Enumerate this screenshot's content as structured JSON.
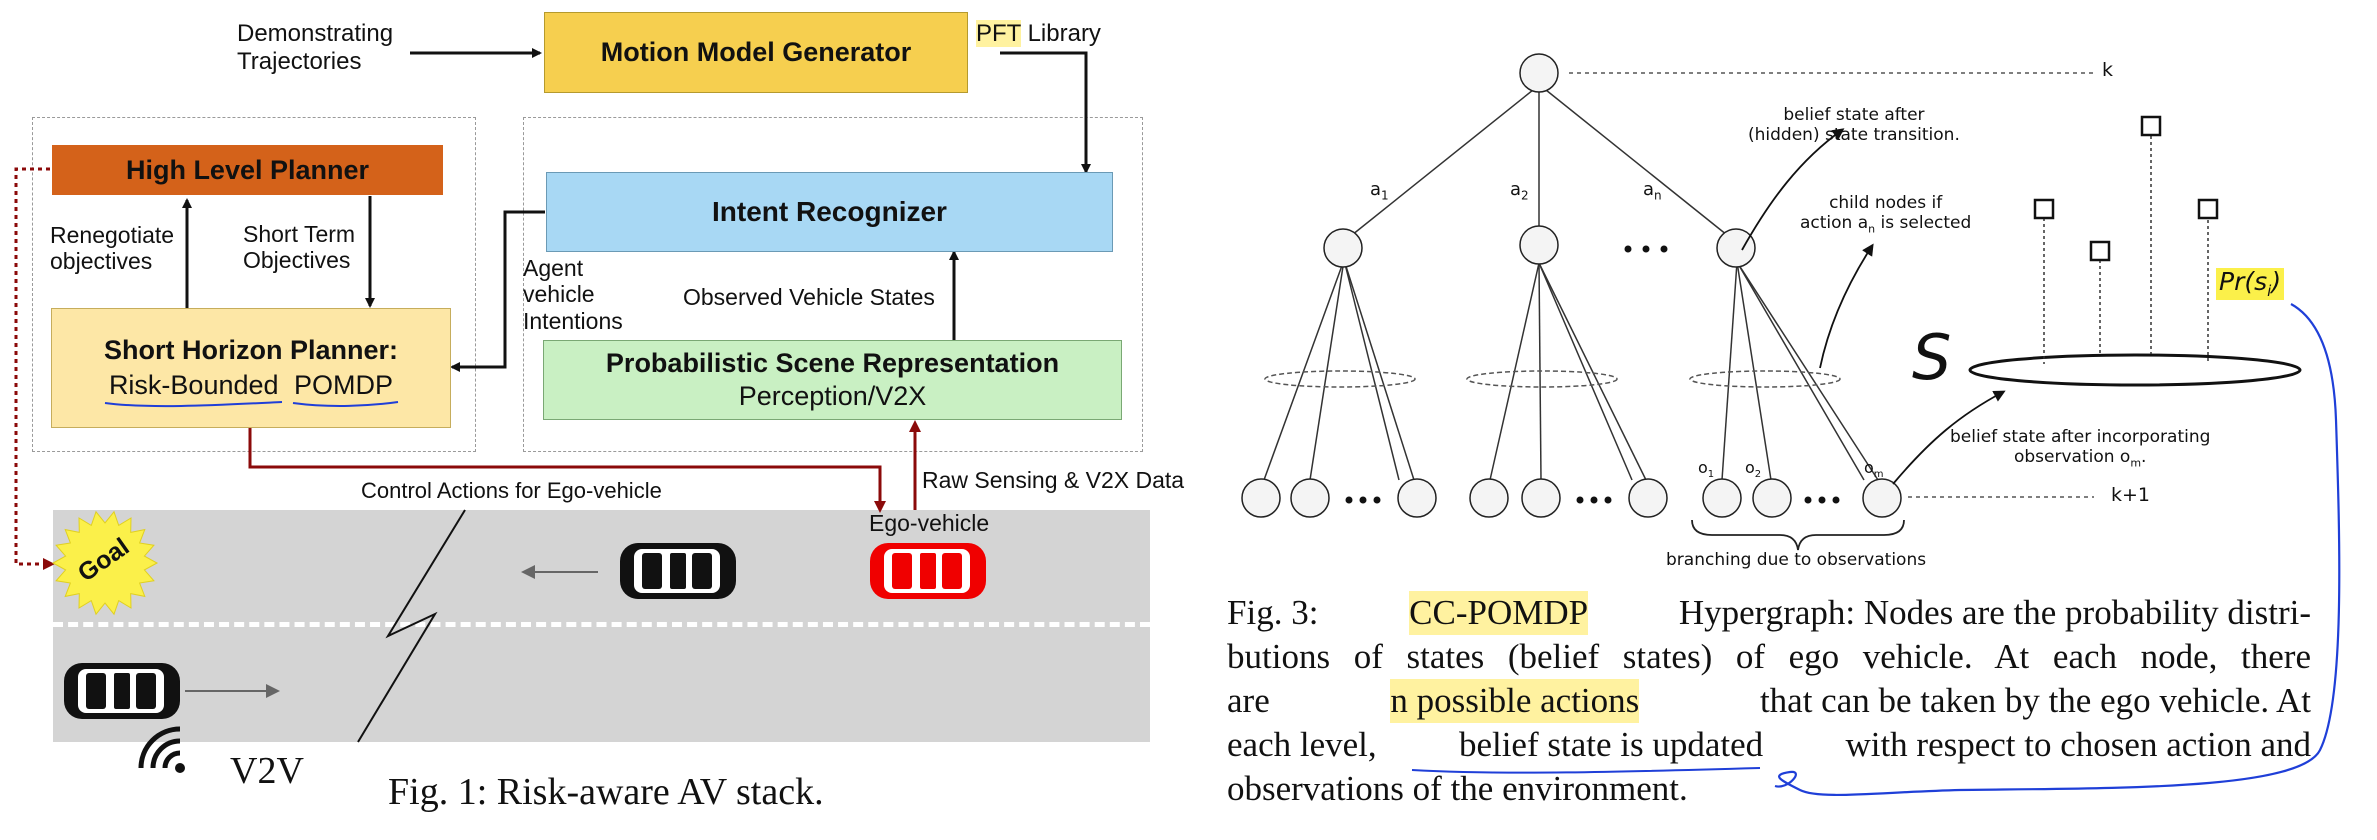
{
  "fig1": {
    "demo_line1": "Demonstrating",
    "demo_line2": "Trajectories",
    "motion_model": "Motion Model Generator",
    "pft_highlight": "PFT",
    "pft_rest": " Library",
    "high_level": "High Level Planner",
    "intent": "Intent Recognizer",
    "renegotiate_1": "Renegotiate",
    "renegotiate_2": "objectives",
    "short_term_1": "Short Term",
    "short_term_2": "Objectives",
    "agent_1": "Agent",
    "agent_2": "vehicle",
    "agent_3": "Intentions",
    "observed": "Observed Vehicle States",
    "short_horizon_title": "Short Horizon Planner:",
    "risk_bounded": "Risk-Bounded",
    "pomdp": "POMDP",
    "prob_scene_1": "Probabilistic Scene Representation",
    "prob_scene_2": "Perception/V2X",
    "control_actions": "Control Actions for Ego-vehicle",
    "raw_sensing": "Raw Sensing & V2X Data",
    "ego_vehicle": "Ego-vehicle",
    "goal": "Goal",
    "v2v": "V2V",
    "caption": "Fig. 1: Risk-aware AV stack."
  },
  "fig3": {
    "k": "k",
    "k_plus_1": "k+1",
    "a1": "a",
    "a1_sub": "1",
    "a2": "a",
    "a2_sub": "2",
    "an": "a",
    "an_sub": "n",
    "dots": "•••",
    "belief_after_1": "belief state after",
    "belief_after_2": "(hidden) state transition.",
    "child_1": "child nodes if",
    "child_2a": "action a",
    "child_2sub": "n",
    "child_2b": " is selected",
    "S": "S",
    "pr": "Pr(s",
    "pr_sub": "i",
    "pr_end": ")",
    "belief_obs_1": "belief state after incorporating",
    "belief_obs_2a": "observation o",
    "belief_obs_2sub": "m",
    "belief_obs_2b": ".",
    "o1": "o",
    "o1_sub": "1",
    "o2": "o",
    "o2_sub": "2",
    "om": "o",
    "om_sub": "m",
    "branching": "branching due to observations"
  },
  "caption3": {
    "l1_fig": "Fig. 3:",
    "l1_hl": "CC-POMDP",
    "l1_rest": "Hypergraph: Nodes are the probability distri-",
    "l2": "butions of states (belief states) of ego vehicle. At each node, there",
    "l3_a": "are",
    "l3_hl": "n possible actions",
    "l3_b": "that can be taken by the ego vehicle. At",
    "l4_a": "each level,",
    "l4_u": "belief state is updated",
    "l4_b": "with respect to chosen action and",
    "l5": "observations of the environment."
  },
  "colors": {
    "motion_model": "#f6cf4f",
    "high_level": "#d4621a",
    "intent": "#a8d8f4",
    "short_horizon": "#fde7a6",
    "prob_scene": "#c9f0c3",
    "road": "#d4d4d4",
    "dark_red": "#8b0a0a",
    "ego_red": "#f00000",
    "pen_blue": "#1f3fd8",
    "goal_yellow": "#fbf04a"
  }
}
